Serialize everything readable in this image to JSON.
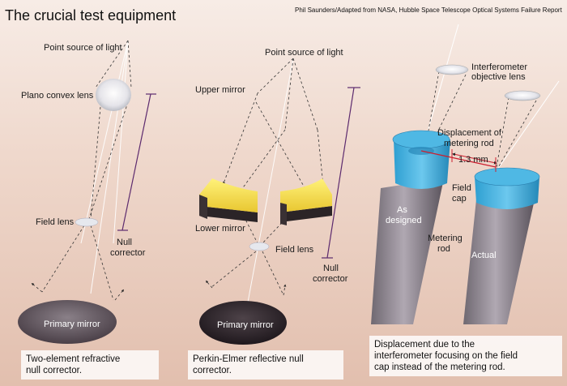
{
  "title": "The crucial test equipment",
  "credit": "Phil Saunders/Adapted from NASA, Hubble Space Telescope Optical Systems Failure Report",
  "colors": {
    "cap_blue": "#4fb8e4",
    "rod_grey": "#a39ba6",
    "bracket_purple": "#5c2a6e",
    "displacement_red": "#cc1f2f",
    "mirror_yellow": "#f5dc4a"
  },
  "panels": [
    {
      "labels": {
        "point_source": "Point source of light",
        "plano_convex_lens": "Plano convex lens",
        "field_lens": "Field lens",
        "null_1": "Null",
        "null_2": "corrector",
        "primary_mirror": "Primary mirror"
      },
      "caption_1": "Two-element refractive",
      "caption_2": "null corrector."
    },
    {
      "labels": {
        "point_source": "Point source of light",
        "upper_mirror": "Upper mirror",
        "lower_mirror": "Lower mirror",
        "field_lens": "Field lens",
        "null_1": "Null",
        "null_2": "corrector",
        "primary_mirror": "Primary mirror"
      },
      "caption_1": "Perkin-Elmer reflective null",
      "caption_2": "corrector."
    },
    {
      "labels": {
        "interferometer_1": "Interferometer",
        "interferometer_2": "objective lens",
        "displacement_1": "Displacement of",
        "displacement_2": "metering rod",
        "measurement": "1.3 mm",
        "field_1": "Field",
        "field_2": "cap",
        "as_1": "As",
        "as_2": "designed",
        "metering_1": "Metering",
        "metering_2": "rod",
        "actual": "Actual"
      },
      "caption_1": "Displacement due to the",
      "caption_2": "interferometer focusing on the field",
      "caption_3": "cap instead of the metering rod."
    }
  ]
}
